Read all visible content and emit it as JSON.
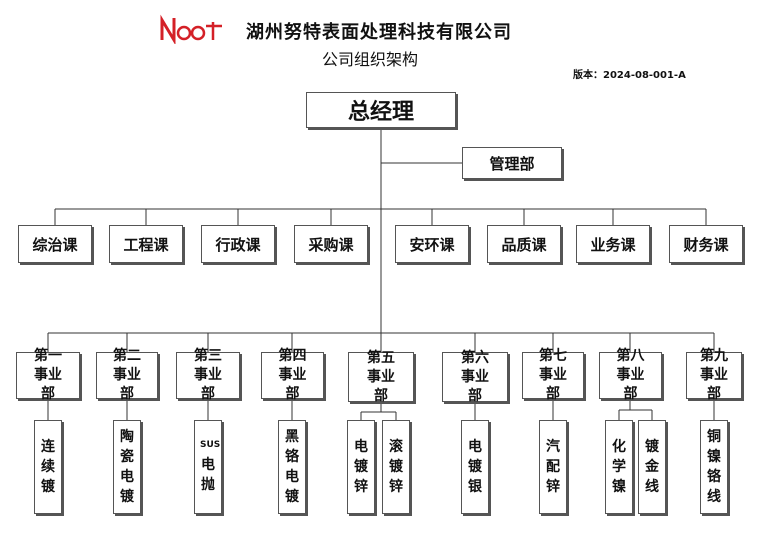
{
  "header": {
    "logo_text": "Noot",
    "company_name": "湖州努特表面处理科技有限公司",
    "chart_title": "公司组织架构",
    "version": "版本：2024-08-001-A",
    "brand_color": "#d42027"
  },
  "top": {
    "general_manager": "总经理",
    "management_dept": "管理部"
  },
  "sections": [
    "综治课",
    "工程课",
    "行政课",
    "采购课",
    "安环课",
    "品质课",
    "业务课",
    "财务课"
  ],
  "divisions": [
    {
      "name": "第一事业部",
      "processes": [
        "连续镀"
      ]
    },
    {
      "name": "第二事业部",
      "processes": [
        "陶瓷电镀"
      ]
    },
    {
      "name": "第三事业部",
      "processes": [
        "SUS电抛"
      ]
    },
    {
      "name": "第四事业部",
      "processes": [
        "黑铬电镀"
      ]
    },
    {
      "name": "第五事业部",
      "processes": [
        "电镀锌",
        "滚镀锌"
      ]
    },
    {
      "name": "第六事业部",
      "processes": [
        "电镀银"
      ]
    },
    {
      "name": "第七事业部",
      "processes": [
        "汽配锌"
      ]
    },
    {
      "name": "第八事业部",
      "processes": [
        "化学镍",
        "镀金线"
      ]
    },
    {
      "name": "第九事业部",
      "processes": [
        "铜镍铬线"
      ]
    }
  ]
}
